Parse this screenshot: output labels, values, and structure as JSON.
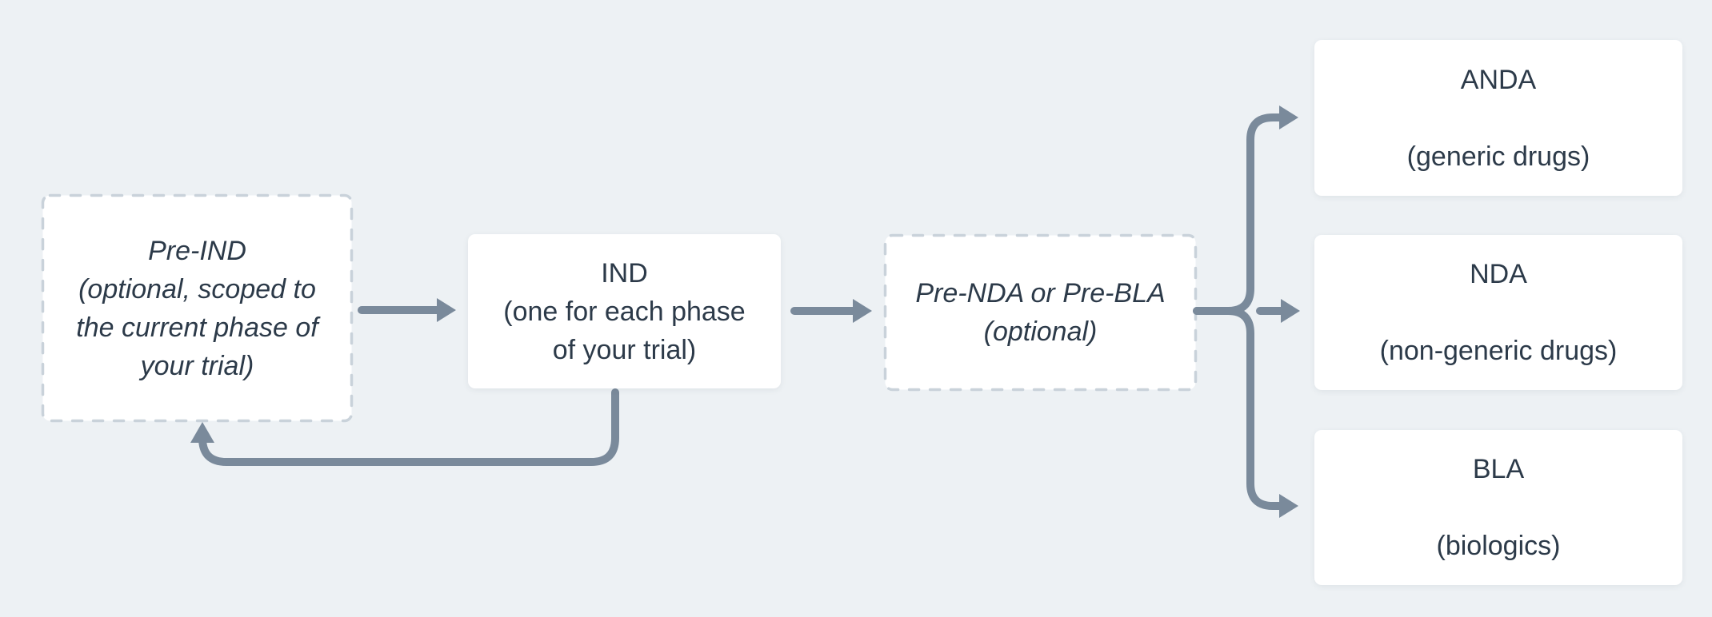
{
  "colors": {
    "bg": "#edf1f4",
    "box": "#ffffff",
    "ink": "#2c3a49",
    "arrow": "#7a8a9b",
    "dash": "#c9d2da"
  },
  "nodes": {
    "pre_ind": {
      "style": "dashed-optional",
      "lines": [
        "Pre-IND",
        "(optional, scoped to",
        "the current phase of",
        "your trial)"
      ]
    },
    "ind": {
      "style": "solid",
      "lines": [
        "IND",
        "(one for each phase",
        "of your trial)"
      ]
    },
    "pre_nda": {
      "style": "dashed-optional",
      "lines": [
        "Pre-NDA or Pre-BLA",
        "(optional)"
      ]
    },
    "anda": {
      "style": "solid",
      "lines": [
        "ANDA",
        "",
        "(generic drugs)"
      ]
    },
    "nda": {
      "style": "solid",
      "lines": [
        "NDA",
        "",
        "(non-generic drugs)"
      ]
    },
    "bla": {
      "style": "solid",
      "lines": [
        "BLA",
        "",
        "(biologics)"
      ]
    }
  },
  "edges": [
    {
      "from": "pre_ind",
      "to": "ind",
      "type": "arrow"
    },
    {
      "from": "ind",
      "to": "pre_nda",
      "type": "arrow"
    },
    {
      "from": "ind",
      "to": "pre_ind",
      "type": "loop-back-arrow"
    },
    {
      "from": "pre_nda",
      "to": "anda",
      "type": "fork-arrow"
    },
    {
      "from": "pre_nda",
      "to": "nda",
      "type": "fork-arrow"
    },
    {
      "from": "pre_nda",
      "to": "bla",
      "type": "fork-arrow"
    }
  ]
}
